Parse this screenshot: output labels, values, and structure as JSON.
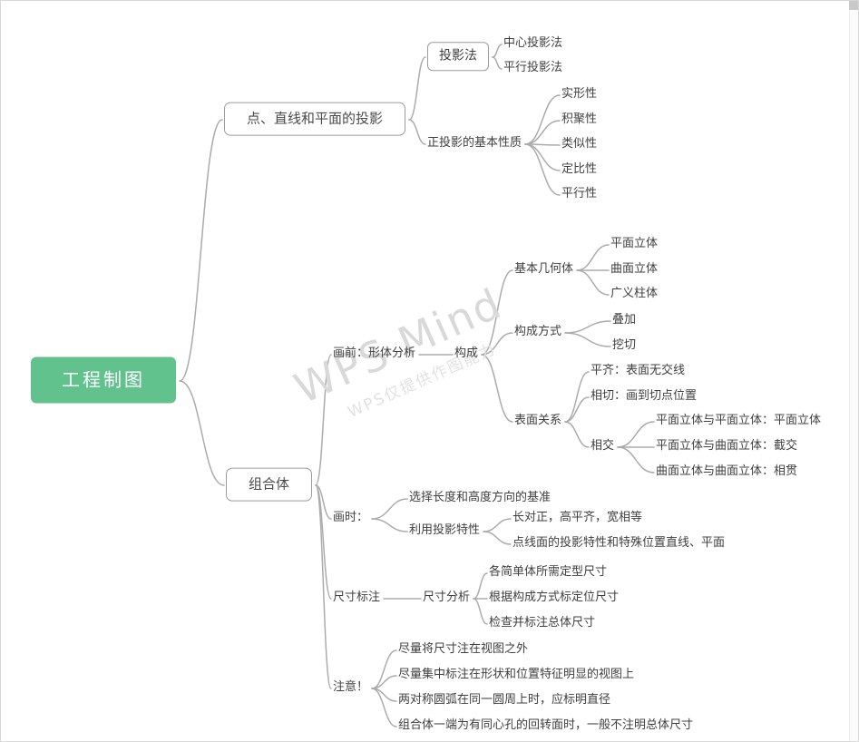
{
  "colors": {
    "root_node_bg": "#62c28e",
    "root_node_text": "#ffffff",
    "connector_line": "#ababab"
  },
  "watermark": {
    "line1": "WPS Mind",
    "line2": "WPS仅提供作图能力"
  },
  "mindmap": {
    "root": {
      "label": "工程制图",
      "children": [
        {
          "label": "点、直线和平面的投影",
          "children": [
            {
              "label": "投影法",
              "children": [
                {
                  "label": "中心投影法"
                },
                {
                  "label": "平行投影法"
                }
              ]
            },
            {
              "label": "正投影的基本性质",
              "children": [
                {
                  "label": "实形性"
                },
                {
                  "label": "积聚性"
                },
                {
                  "label": "类似性"
                },
                {
                  "label": "定比性"
                },
                {
                  "label": "平行性"
                }
              ]
            }
          ]
        },
        {
          "label": "组合体",
          "children": [
            {
              "label": "画前：形体分析",
              "children": [
                {
                  "label": "构成",
                  "children": [
                    {
                      "label": "基本几何体",
                      "children": [
                        {
                          "label": "平面立体"
                        },
                        {
                          "label": "曲面立体"
                        },
                        {
                          "label": "广义柱体"
                        }
                      ]
                    },
                    {
                      "label": "构成方式",
                      "children": [
                        {
                          "label": "叠加"
                        },
                        {
                          "label": "挖切"
                        }
                      ]
                    },
                    {
                      "label": "表面关系",
                      "children": [
                        {
                          "label": "平齐：表面无交线"
                        },
                        {
                          "label": "相切：画到切点位置"
                        },
                        {
                          "label": "相交",
                          "children": [
                            {
                              "label": "平面立体与平面立体：平面立体"
                            },
                            {
                              "label": "平面立体与曲面立体：截交"
                            },
                            {
                              "label": "曲面立体与曲面立体：相贯"
                            }
                          ]
                        }
                      ]
                    }
                  ]
                }
              ]
            },
            {
              "label": "画时：",
              "children": [
                {
                  "label": "选择长度和高度方向的基准"
                },
                {
                  "label": "利用投影特性",
                  "children": [
                    {
                      "label": "长对正，高平齐，宽相等"
                    },
                    {
                      "label": "点线面的投影特性和特殊位置直线、平面"
                    }
                  ]
                }
              ]
            },
            {
              "label": "尺寸标注",
              "children": [
                {
                  "label": "尺寸分析",
                  "children": [
                    {
                      "label": "各简单体所需定型尺寸"
                    },
                    {
                      "label": "根据构成方式标定位尺寸"
                    },
                    {
                      "label": "检查并标注总体尺寸"
                    }
                  ]
                }
              ]
            },
            {
              "label": "注意！",
              "children": [
                {
                  "label": "尽量将尺寸注在视图之外"
                },
                {
                  "label": "尽量集中标注在形状和位置特征明显的视图上"
                },
                {
                  "label": "两对称圆弧在同一圆周上时，应标明直径"
                },
                {
                  "label": "组合体一端为有同心孔的回转面时，一般不注明总体尺寸"
                }
              ]
            }
          ]
        }
      ]
    }
  }
}
